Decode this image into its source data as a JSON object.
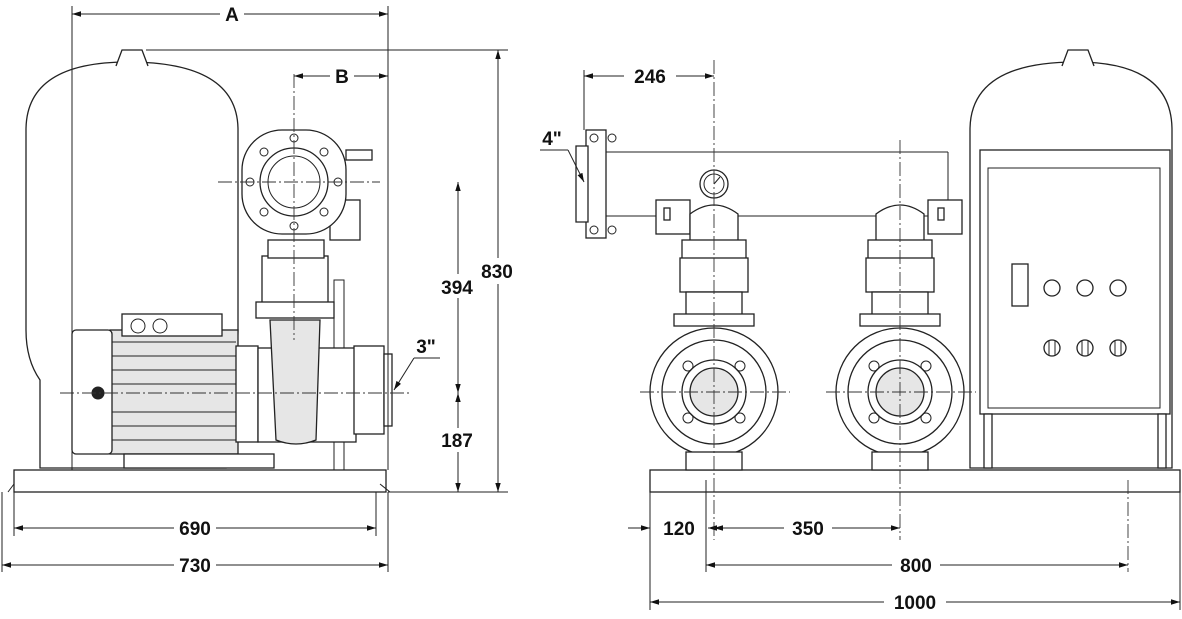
{
  "dimensions": {
    "side_view": {
      "width_a": "A",
      "offset_b": "B",
      "outlet_height": "394",
      "total_height": "830",
      "inlet_height": "187",
      "inlet_size": "3\"",
      "base_inner": "690",
      "base_outer": "730"
    },
    "front_view": {
      "manifold_offset": "246",
      "manifold_size": "4\"",
      "edge_offset": "120",
      "pump_spacing": "350",
      "base_inner": "800",
      "base_total": "1000"
    }
  }
}
